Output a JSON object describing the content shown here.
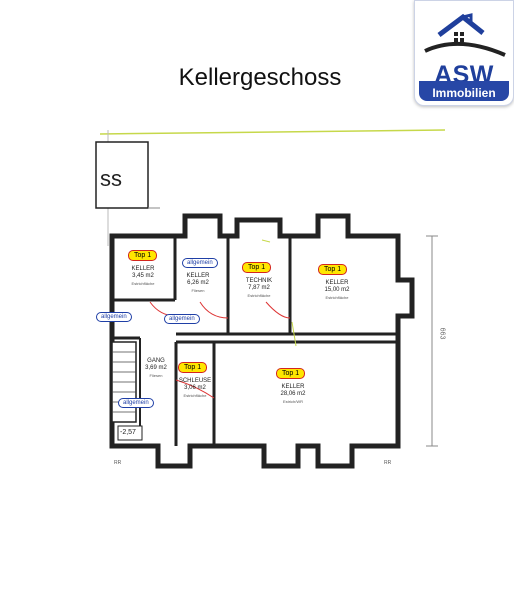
{
  "page": {
    "title": "Kellergeschoss"
  },
  "logo": {
    "name": "ASW",
    "subtitle": "Immobilien"
  },
  "plan": {
    "partial_label": "ss",
    "rooms": [
      {
        "name": "KELLER",
        "area": "3,45 m2",
        "flag": "Top 1"
      },
      {
        "name": "KELLER",
        "area": "6,26 m2",
        "flag": "allgemein"
      },
      {
        "name": "TECHNIK",
        "area": "7,87 m2",
        "flag": "Top 1"
      },
      {
        "name": "KELLER",
        "area": "15,00 m2",
        "flag": "Top 1"
      },
      {
        "name": "GANG",
        "area": "3,69 m2",
        "flag": "allgemein"
      },
      {
        "name": "SCHLEUSE",
        "area": "3,06 m2",
        "flag": "Top 1"
      },
      {
        "name": "KELLER",
        "area": "28,06 m2",
        "flag": "Top 1"
      }
    ],
    "extra_tags": [
      "allgemein",
      "allgemein"
    ],
    "level": "-2,57",
    "dim_right": "663",
    "notes": [
      "RR",
      "RR"
    ],
    "subtext": [
      "Estrichfläche",
      "Fliesen",
      "Estrichfläche",
      "Estrichfläche",
      "Fliesen",
      "Estrichfläche",
      "Estrich/WR"
    ]
  }
}
